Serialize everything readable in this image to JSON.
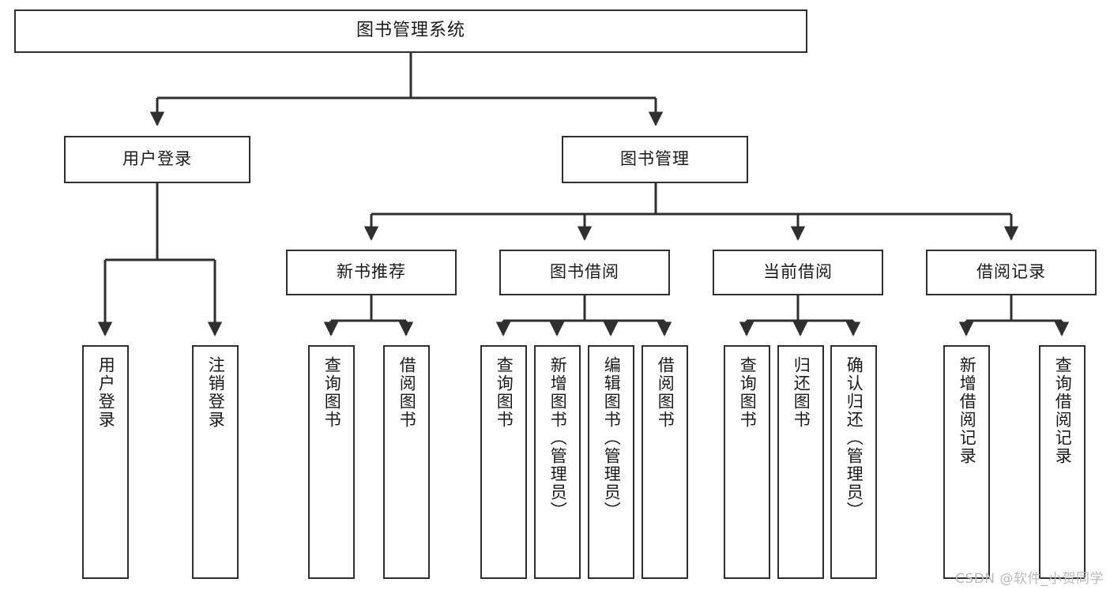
{
  "diagram": {
    "title": "图书管理系统",
    "type": "tree",
    "style": {
      "box_border_color": "#2f2f2f",
      "box_fill_color": "#ffffff",
      "connector_color": "#2f2f2f",
      "text_color": "#1a1a1a",
      "background": "#ffffff"
    },
    "nodes": {
      "root": {
        "label": "图书管理系统",
        "level": 1
      },
      "l2": [
        {
          "id": "user-login",
          "label": "用户登录",
          "level": 2
        },
        {
          "id": "book-manage",
          "label": "图书管理",
          "level": 2
        }
      ],
      "l3": [
        {
          "id": "new-book-rec",
          "label": "新书推荐",
          "level": 3
        },
        {
          "id": "book-borrow",
          "label": "图书借阅",
          "level": 3
        },
        {
          "id": "current-borrow",
          "label": "当前借阅",
          "level": 3
        },
        {
          "id": "borrow-record",
          "label": "借阅记录",
          "level": 3
        }
      ],
      "leaves": [
        {
          "id": "leaf-user-login",
          "label": "用户登录",
          "parent": "user-login"
        },
        {
          "id": "leaf-user-logout",
          "label": "注销登录",
          "parent": "user-login"
        },
        {
          "id": "leaf-query-book-1",
          "label": "查询图书",
          "parent": "new-book-rec"
        },
        {
          "id": "leaf-borrow-book-1",
          "label": "借阅图书",
          "parent": "new-book-rec"
        },
        {
          "id": "leaf-query-book-2",
          "label": "查询图书",
          "parent": "book-borrow"
        },
        {
          "id": "leaf-add-book",
          "label": "新增图书（管理员）",
          "parent": "book-borrow"
        },
        {
          "id": "leaf-edit-book",
          "label": "编辑图书（管理员）",
          "parent": "book-borrow"
        },
        {
          "id": "leaf-borrow-book-2",
          "label": "借阅图书",
          "parent": "book-borrow"
        },
        {
          "id": "leaf-query-book-3",
          "label": "查询图书",
          "parent": "current-borrow"
        },
        {
          "id": "leaf-return-book",
          "label": "归还图书",
          "parent": "current-borrow"
        },
        {
          "id": "leaf-confirm-return",
          "label": "确认归还（管理员）",
          "parent": "current-borrow"
        },
        {
          "id": "leaf-add-record",
          "label": "新增借阅记录",
          "parent": "borrow-record"
        },
        {
          "id": "leaf-query-record",
          "label": "查询借阅记录",
          "parent": "borrow-record"
        }
      ]
    },
    "watermark": "CSDN @软件_小贺同学"
  }
}
